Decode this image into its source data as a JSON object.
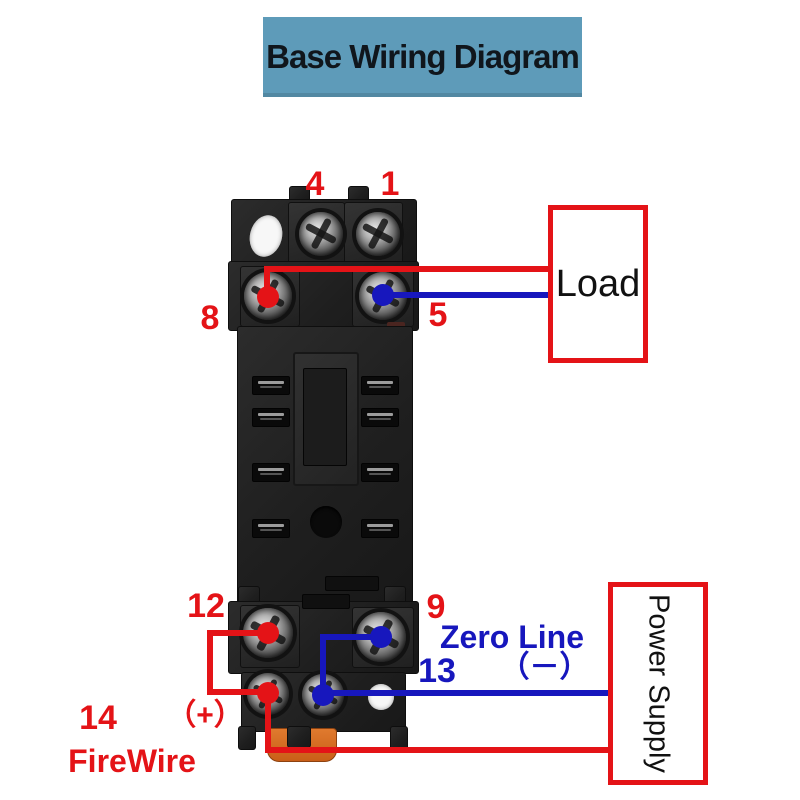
{
  "title": "Base Wiring Diagram",
  "colors": {
    "banner_bg": "#5e9bb9",
    "wire_red": "#e41317",
    "wire_blue": "#1717bd"
  },
  "boxes": {
    "load": "Load",
    "power_supply": "Power Supply"
  },
  "pins": {
    "p4": "4",
    "p1": "1",
    "p8": "8",
    "p5": "5",
    "p12": "12",
    "p9": "9",
    "p13": "13",
    "p14": "14"
  },
  "notes": {
    "zero_line": "Zero Line",
    "zero_line_polarity": "（－）",
    "firewire_polarity": "（+）",
    "firewire": "FireWire"
  },
  "wires": [
    {
      "color": "red",
      "from": "terminal-8",
      "to": "load-box"
    },
    {
      "color": "blue",
      "from": "terminal-5",
      "to": "load-box"
    },
    {
      "color": "red",
      "from": "terminal-12",
      "to": "terminal-14"
    },
    {
      "color": "red",
      "from": "terminal-14",
      "to": "power-supply-box"
    },
    {
      "color": "blue",
      "from": "terminal-9",
      "to": "terminal-13"
    },
    {
      "color": "blue",
      "from": "terminal-13",
      "to": "power-supply-box"
    }
  ]
}
